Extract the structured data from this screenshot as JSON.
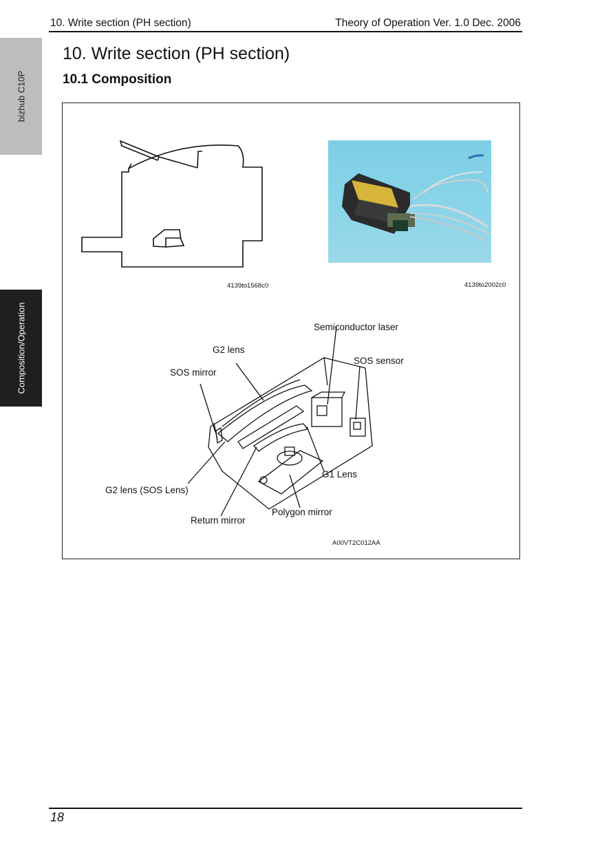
{
  "header": {
    "left": "10. Write section (PH section)",
    "right": "Theory of Operation Ver. 1.0 Dec. 2006"
  },
  "side_tabs": {
    "model": "bizhub C10P",
    "section": "Composition/Operation"
  },
  "title": "10.  Write section (PH section)",
  "subtitle": "10.1   Composition",
  "figure": {
    "code_outline": "4139to1568c0",
    "code_photo": "4139to2002c0",
    "code_diagram": "A00VT2C012AA",
    "labels": {
      "semiconductor_laser": "Semiconductor laser",
      "g2_lens": "G2 lens",
      "sos_sensor": "SOS sensor",
      "sos_mirror": "SOS mirror",
      "g1_lens": "G1 Lens",
      "g2_lens_sos": "G2 lens (SOS Lens)",
      "polygon_mirror": "Polygon mirror",
      "return_mirror": "Return mirror"
    }
  },
  "footer": {
    "page_number": "18"
  }
}
